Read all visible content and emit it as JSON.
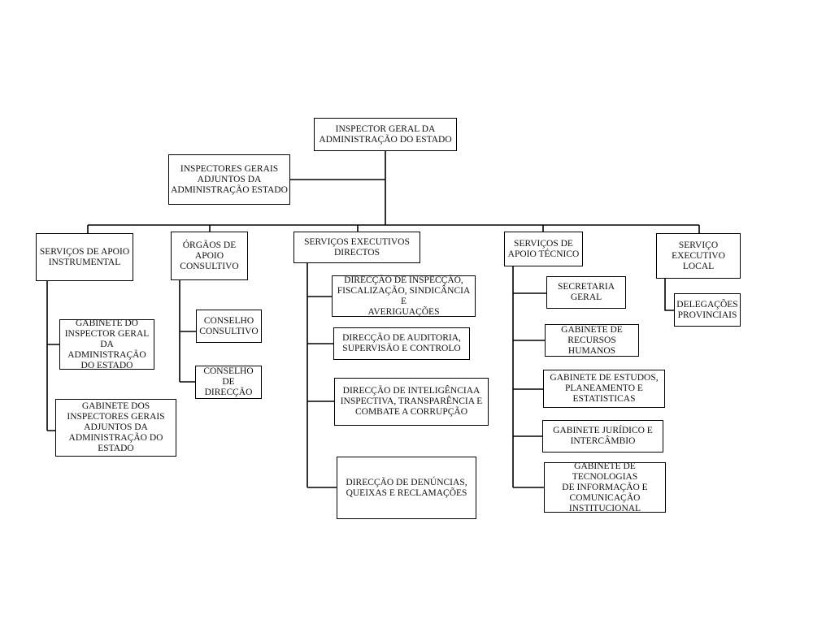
{
  "chart_title": "",
  "nodes": {
    "top": "INSPECTOR GERAL DA\nADMINISTRAÇÃO DO ESTADO",
    "adjuntos": "INSPECTORES GERAIS\nADJUNTOS DA\nADMINISTRAÇÃO ESTADO",
    "sai": "SERVIÇOS DE APOIO\nINSTRUMENTAL",
    "oac": "ÓRGÃOS DE\nAPOIO\nCONSULTIVO",
    "sed": "SERVIÇOS EXECUTIVOS\nDIRECTOS",
    "sat": "SERVIÇOS DE\nAPOIO TÉCNICO",
    "sel": "SERVIÇO\nEXECUTIVO\nLOCAL",
    "gab_ig": "GABINETE DO\nINSPECTOR GERAL\nDA ADMINISTRAÇÃO\nDO ESTADO",
    "gab_iga": "GABINETE DOS\nINSPECTORES GERAIS\nADJUNTOS DA\nADMINISTRAÇÃO DO\nESTADO",
    "cc": "CONSELHO\nCONSULTIVO",
    "cd": "CONSELHO DE\nDIRECÇÃO",
    "d1": "DIRECÇÃO DE INSPECÇÃO,\nFISCALIZAÇÃO, SINDICÂNCIA E\nAVERIGUAÇÕES",
    "d2": "DIRECÇÃO DE AUDITORIA,\nSUPERVISÃO E CONTROLO",
    "d3": "DIRECÇÃO DE INTELIGÊNCIAA\nINSPECTIVA, TRANSPARÊNCIA E\nCOMBATE A CORRUPÇÃO",
    "d4": "DIRECÇÃO DE DENÚNCIAS,\nQUEIXAS E RECLAMAÇÕES",
    "sg": "SECRETARIA\nGERAL",
    "rh": "GABINETE DE\nRECURSOS HUMANOS",
    "ee": "GABINETE DE ESTUDOS,\nPLANEAMENTO E\nESTATISTICAS",
    "gj": "GABINETE JURÍDICO E\nINTERCÂMBIO",
    "ti": "GABINETE DE TECNOLOGIAS\nDE INFORMAÇÃO E\nCOMUNICAÇÃO\nINSTITUCIONAL",
    "dp": "DELEGAÇÕES\nPROVINCIAIS"
  }
}
